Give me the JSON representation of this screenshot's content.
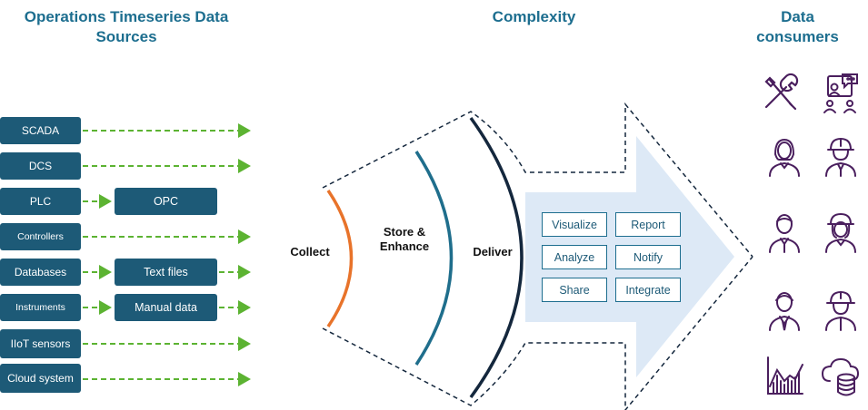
{
  "headings": {
    "sources": "Operations Timeseries Data Sources",
    "complexity": "Complexity",
    "consumers": "Data consumers"
  },
  "sources": [
    "SCADA",
    "DCS",
    "PLC",
    "Controllers",
    "Databases",
    "Instruments",
    "IIoT sensors",
    "Cloud system"
  ],
  "intermediates": {
    "plc": "OPC",
    "databases": "Text files",
    "instruments": "Manual data"
  },
  "stages": {
    "collect": "Collect",
    "store": "Store & Enhance",
    "deliver": "Deliver"
  },
  "capabilities": [
    "Visualize",
    "Report",
    "Analyze",
    "Notify",
    "Share",
    "Integrate"
  ],
  "consumer_icons": [
    "tools-icon",
    "presentation-icon",
    "woman-icon",
    "engineer-hardhat-icon",
    "man-icon",
    "female-worker-hardhat-icon",
    "businessman-icon",
    "worker-hardhat-icon",
    "chart-icon",
    "cloud-database-icon"
  ],
  "colors": {
    "accent": "#1d6e8f",
    "box": "#1d5a77",
    "arrow_dash": "#5cb332",
    "collect_arc": "#e8732a",
    "store_arc": "#1f6e8c",
    "deliver_arc": "#14273d",
    "big_arrow_fill": "#dde9f6",
    "consumer_icon": "#4a1f5e"
  }
}
